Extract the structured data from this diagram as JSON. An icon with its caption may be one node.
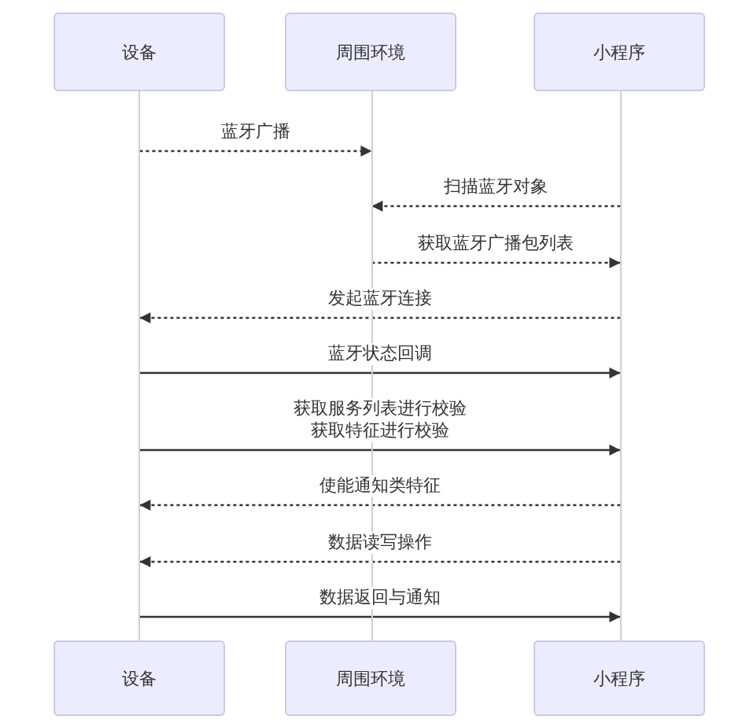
{
  "diagram": {
    "nodes": [
      {
        "text": [
          "设备"
        ]
      },
      {
        "text": [
          "周围环境"
        ]
      },
      {
        "text": [
          "小程序"
        ]
      },
      {
        "text": [
          "设备"
        ]
      },
      {
        "text": [
          "周围环境"
        ]
      },
      {
        "text": [
          "小程序"
        ]
      },
      {
        "text": [],
        "shape": "bar"
      },
      {
        "text": [],
        "shape": "bar"
      },
      {
        "text": [],
        "shape": "bar"
      }
    ],
    "edges": [
      {
        "from": 6,
        "to": 7,
        "arrow": "to",
        "label": "蓝牙广播",
        "style": "dashed"
      },
      {
        "from": 8,
        "to": 7,
        "arrow": "to",
        "label": "扫描蓝牙对象",
        "style": "dashed"
      },
      {
        "from": 7,
        "to": 8,
        "arrow": "to",
        "label": "获取蓝牙广播包列表",
        "style": "dashed"
      },
      {
        "from": 8,
        "to": 6,
        "arrow": "to",
        "label": "发起蓝牙连接",
        "style": "dashed"
      },
      {
        "from": 6,
        "to": 8,
        "arrow": "to",
        "label": "蓝牙状态回调"
      },
      {
        "from": 6,
        "to": 8,
        "arrow": "to",
        "label": "获取服务列表进行校验获取特征进行校验"
      },
      {
        "from": 8,
        "to": 6,
        "arrow": "to",
        "label": "使能通知类特征",
        "style": "dashed"
      },
      {
        "from": 8,
        "to": 6,
        "arrow": "to",
        "label": "数据读写操作",
        "style": "dashed"
      },
      {
        "from": 6,
        "to": 8,
        "arrow": "to",
        "label": "数据返回与通知"
      }
    ]
  }
}
